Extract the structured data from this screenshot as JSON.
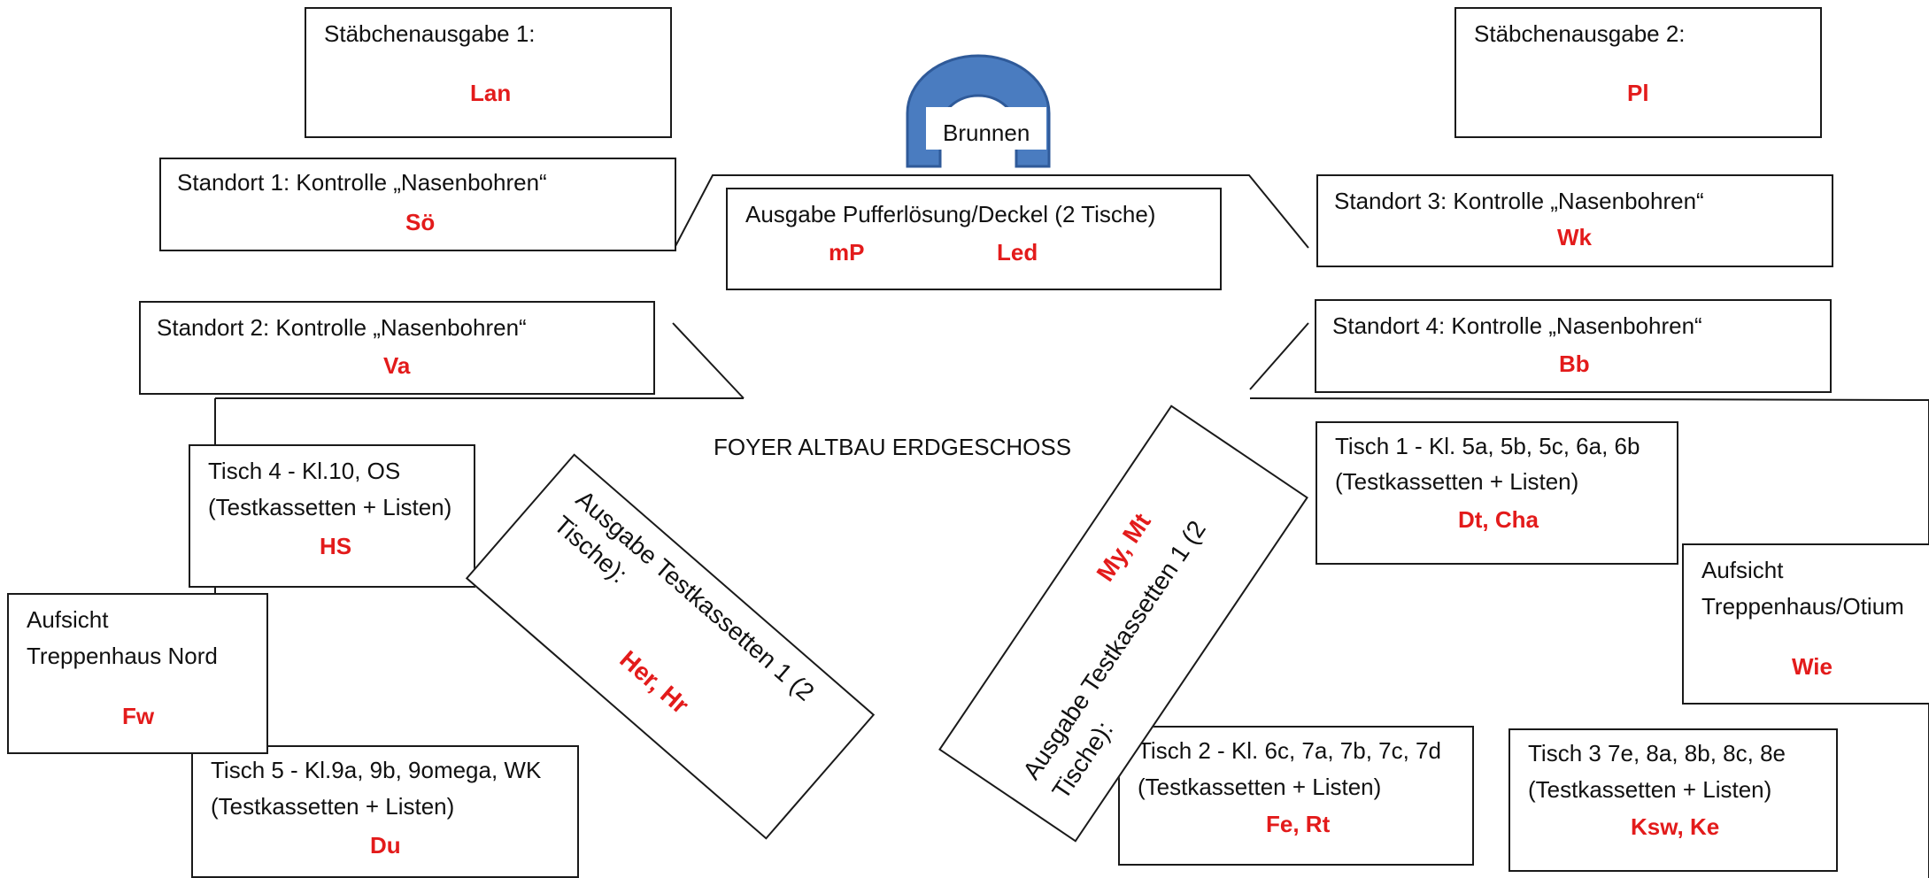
{
  "brunnen": {
    "label": "Brunnen",
    "color": "#4a7cc0"
  },
  "center_label": "FOYER ALTBAU ERDGESCHOSS",
  "staebchen1": {
    "title": "Stäbchenausgabe 1:",
    "name": "Lan"
  },
  "staebchen2": {
    "title": "Stäbchenausgabe 2:",
    "name": "Pl"
  },
  "standort1": {
    "title": "Standort 1: Kontrolle „Nasenbohren“",
    "name": "Sö"
  },
  "standort2": {
    "title": "Standort 2: Kontrolle „Nasenbohren“",
    "name": "Va"
  },
  "standort3": {
    "title": "Standort 3: Kontrolle „Nasenbohren“",
    "name": "Wk"
  },
  "standort4": {
    "title": "Standort 4: Kontrolle „Nasenbohren“",
    "name": "Bb"
  },
  "puffer": {
    "title": "Ausgabe Pufferlösung/Deckel (2 Tische)",
    "name1": "mP",
    "name2": "Led"
  },
  "tisch1": {
    "line1": "Tisch 1  - Kl. 5a, 5b, 5c, 6a, 6b",
    "line2": "(Testkassetten + Listen)",
    "name": "Dt, Cha"
  },
  "tisch2": {
    "line1": "Tisch 2  - Kl. 6c, 7a, 7b, 7c, 7d",
    "line2": "(Testkassetten + Listen)",
    "name": "Fe, Rt"
  },
  "tisch3": {
    "line1": "Tisch 3   7e, 8a, 8b, 8c, 8e",
    "line2": "(Testkassetten + Listen)",
    "name": "Ksw, Ke"
  },
  "tisch4": {
    "line1": "Tisch 4  - Kl.10, OS",
    "line2": "(Testkassetten + Listen)",
    "name": "HS"
  },
  "tisch5": {
    "line1": "Tisch 5  - Kl.9a, 9b, 9omega, WK",
    "line2": "(Testkassetten + Listen)",
    "name": "Du"
  },
  "aufsicht_nord": {
    "line1": "Aufsicht",
    "line2": "Treppenhaus Nord",
    "name": "Fw"
  },
  "aufsicht_otium": {
    "line1": "Aufsicht",
    "line2": "Treppenhaus/Otium",
    "name": "Wie"
  },
  "testkassetten_left": {
    "line1": "Ausgabe Testkassetten 1 (2",
    "line2": "Tische):",
    "name": "Her, Hr"
  },
  "testkassetten_right": {
    "line1": "Ausgabe Testkassetten 1 (2",
    "line2": "Tische):",
    "name": "My, Mt"
  },
  "colors": {
    "assignee": "#e31b1b",
    "border": "#1a1a1a"
  }
}
